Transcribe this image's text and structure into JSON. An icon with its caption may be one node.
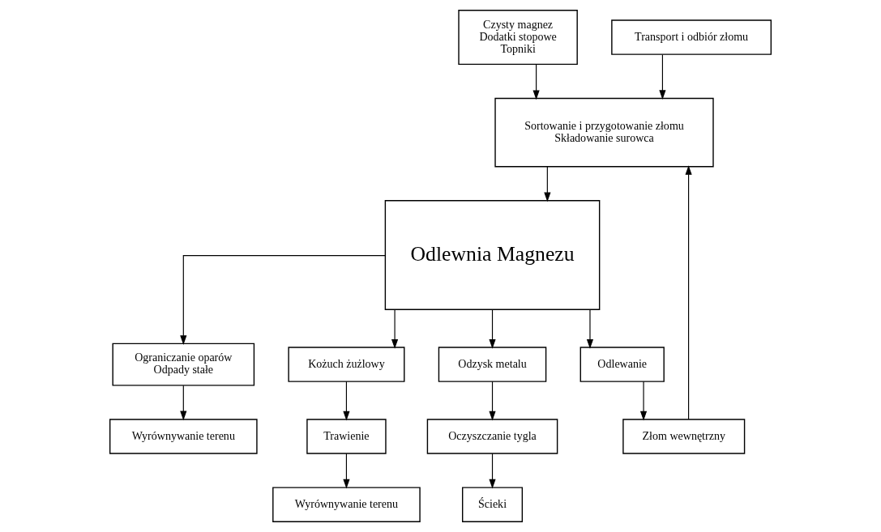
{
  "diagram": {
    "nodes": [
      {
        "text": [
          "Czysty magnez",
          "Dodatki stopowe",
          "Topniki"
        ]
      },
      {
        "text": [
          "Sortowanie i przygotowanie złomu",
          "Składowanie surowca"
        ]
      },
      {
        "text": [
          "Transport i odbiór złomu"
        ]
      },
      {
        "text": [
          "Odlewnia Magnezu"
        ]
      },
      {
        "text": [
          "Ograniczanie oparów",
          "Odpady stałe"
        ]
      },
      {
        "text": [
          "Wyrównywanie terenu"
        ]
      },
      {
        "text": [
          "Kożuch żużlowy"
        ]
      },
      {
        "text": [
          "Trawienie"
        ]
      },
      {
        "text": [
          "Wyrównywanie terenu"
        ]
      },
      {
        "text": [
          "Złom wewnętrzny"
        ]
      },
      {
        "text": [
          "Odzysk metalu"
        ]
      },
      {
        "text": [
          "Oczyszczanie tygla"
        ]
      },
      {
        "text": [
          "Ścieki"
        ]
      },
      {
        "text": [
          "Odlewanie"
        ]
      }
    ],
    "edges": [
      {
        "from": 0,
        "to": 1,
        "arrow": "to"
      },
      {
        "from": 2,
        "to": 1,
        "arrow": "to"
      },
      {
        "from": 9,
        "to": 1,
        "arrow": "to"
      },
      {
        "from": 1,
        "to": 3,
        "arrow": "to"
      },
      {
        "from": 3,
        "to": 4,
        "arrow": "to"
      },
      {
        "from": 4,
        "to": 5,
        "arrow": "to"
      },
      {
        "from": 3,
        "to": 6,
        "arrow": "to"
      },
      {
        "from": 6,
        "to": 7,
        "arrow": "to"
      },
      {
        "from": 7,
        "to": 8,
        "arrow": "to"
      },
      {
        "from": 3,
        "to": 10,
        "arrow": "to"
      },
      {
        "from": 10,
        "to": 11,
        "arrow": "to"
      },
      {
        "from": 11,
        "to": 12,
        "arrow": "to"
      },
      {
        "from": 3,
        "to": 13,
        "arrow": "to"
      },
      {
        "from": 13,
        "to": 9,
        "arrow": "to"
      }
    ]
  }
}
